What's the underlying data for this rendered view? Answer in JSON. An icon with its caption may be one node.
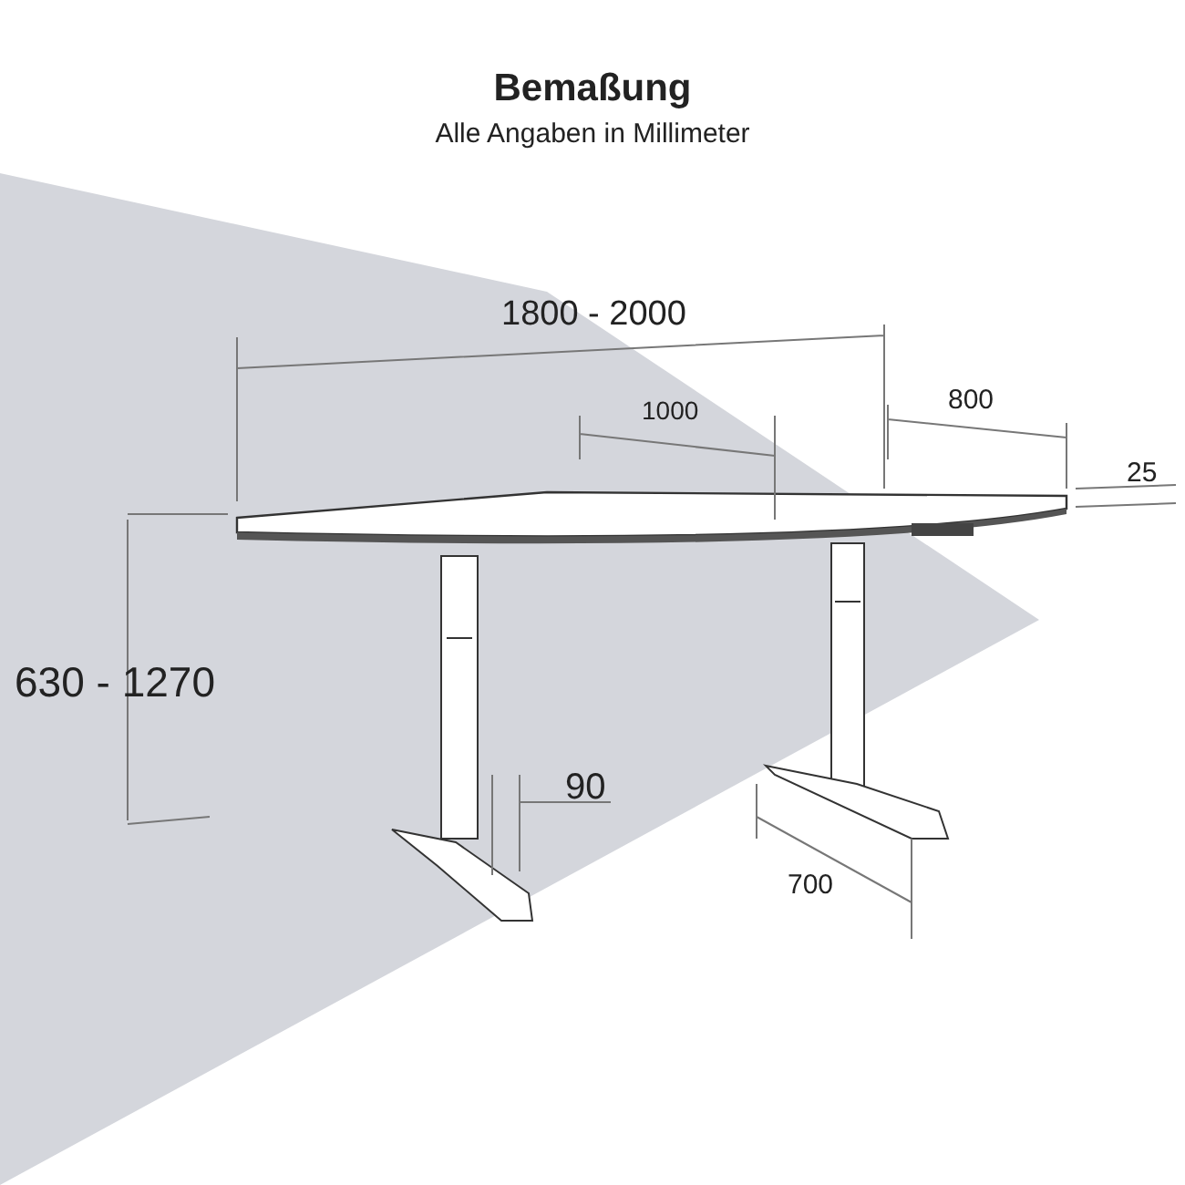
{
  "diagram": {
    "title": "Bemaßung",
    "caption": "Alle Angaben in Millimeter",
    "labels": [
      "1800 - 2000",
      "1000",
      "800",
      "25",
      "630 - 1270",
      "90",
      "700"
    ]
  }
}
